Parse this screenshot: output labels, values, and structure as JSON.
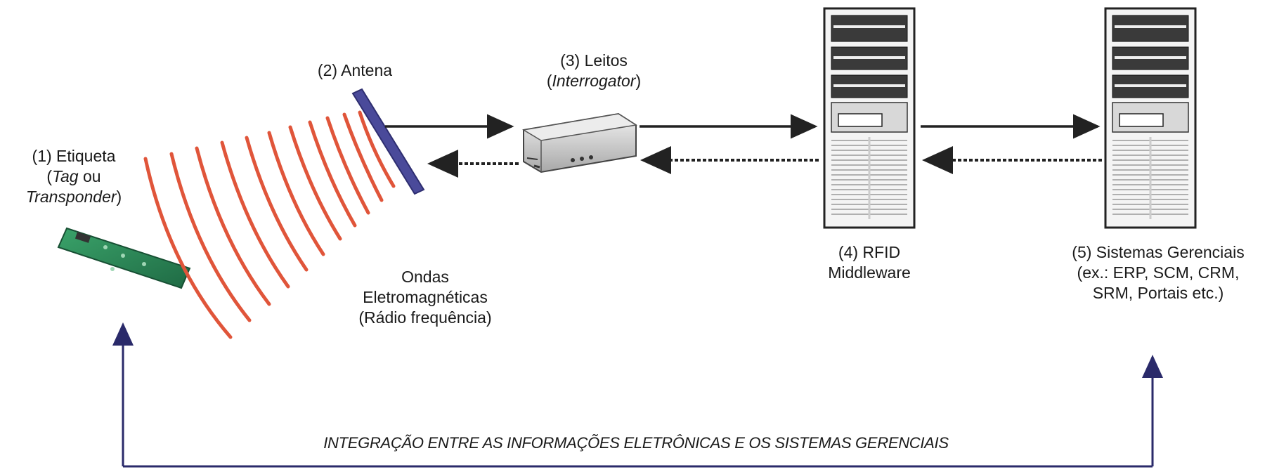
{
  "diagram": {
    "tag": {
      "line1": "(1) Etiqueta",
      "line2_italic": "Tag",
      "line2_rest": " ou",
      "line3_italic": "Transponder",
      "line3_rest": ")",
      "line2_prefix": "("
    },
    "antenna": {
      "label": "(2) Antena"
    },
    "reader": {
      "line1": "(3) Leitos",
      "line2_prefix": "(",
      "line2_italic": "Interrogator",
      "line2_suffix": ")"
    },
    "middleware": {
      "line1": "(4) RFID",
      "line2": "Middleware"
    },
    "management": {
      "line1": "(5) Sistemas Gerenciais",
      "line2": "(ex.: ERP, SCM, CRM,",
      "line3": "SRM, Portais etc.)"
    },
    "waves": {
      "line1": "Ondas",
      "line2": "Eletromagnéticas",
      "line3": "(Rádio frequência)"
    },
    "integration_caption": "INTEGRAÇÃO ENTRE AS INFORMAÇÕES ELETRÔNICAS E OS SISTEMAS GERENCIAIS"
  },
  "colors": {
    "waves": "#e0553a",
    "antenna": "#4a4a9a",
    "bottom_arrow": "#2a2a6a",
    "tag_board": "#2e8a5a",
    "arrows": "#222222"
  }
}
